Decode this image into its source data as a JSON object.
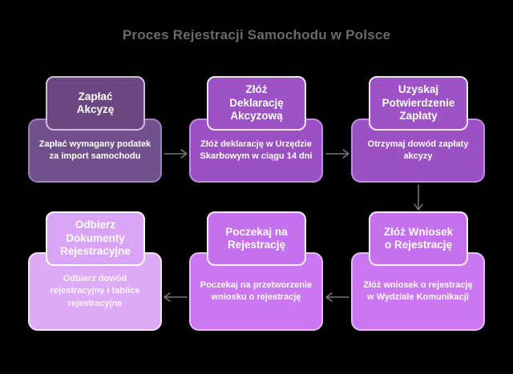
{
  "title": "Proces Rejestracji Samochodu w Polsce",
  "colors": {
    "background": "#000000",
    "title_text": "#6a6a6a",
    "arrow": "#777777",
    "step1_header_bg": "#6b4781",
    "step1_body_bg": "#71508d",
    "step2_header_bg": "#9d52c6",
    "step2_body_bg": "#9b50c3",
    "step3_header_bg": "#9d52c6",
    "step3_body_bg": "#9b50c3",
    "step4_header_bg": "#c571ee",
    "step4_body_bg": "#ca77f1",
    "step5_header_bg": "#c571ee",
    "step5_body_bg": "#ca77f1",
    "step6_header_bg": "#daa4f4",
    "step6_body_bg": "#ddabf6",
    "box_text": "#ffffff"
  },
  "flow": {
    "steps": [
      {
        "order": 1,
        "grid": {
          "row": 1,
          "col": 1
        },
        "header": "Zapłać\nAkcyzę",
        "description": "Zapłać wymagany podatek\nza import samochodu"
      },
      {
        "order": 2,
        "grid": {
          "row": 1,
          "col": 2
        },
        "header": "Złóż\nDeklarację\nAkcyzową",
        "description": "Złóż deklarację w Urzędzie\nSkarbowym w ciągu 14 dni"
      },
      {
        "order": 3,
        "grid": {
          "row": 1,
          "col": 3
        },
        "header": "Uzyskaj\nPotwierdzenie\nZapłaty",
        "description": "Otrzymaj dowód zapłaty\nakcyzy"
      },
      {
        "order": 4,
        "grid": {
          "row": 2,
          "col": 3
        },
        "header": "Złóż Wniosek\no Rejestrację",
        "description": "Złóż wniosek o rejestrację\nw Wydziale Komunikacji"
      },
      {
        "order": 5,
        "grid": {
          "row": 2,
          "col": 2
        },
        "header": "Poczekaj na\nRejestrację",
        "description": "Poczekaj na przetworzenie\nwniosku o rejestrację"
      },
      {
        "order": 6,
        "grid": {
          "row": 2,
          "col": 1
        },
        "header": "Odbierz\nDokumenty\nRejestracyjne",
        "description": "Odbierz dowód\nrejestracyjny i tablice\nrejestracyjne"
      }
    ],
    "connections": [
      {
        "from": 1,
        "to": 2,
        "direction": "right"
      },
      {
        "from": 2,
        "to": 3,
        "direction": "right"
      },
      {
        "from": 3,
        "to": 4,
        "direction": "down"
      },
      {
        "from": 4,
        "to": 5,
        "direction": "left"
      },
      {
        "from": 5,
        "to": 6,
        "direction": "left"
      }
    ]
  }
}
